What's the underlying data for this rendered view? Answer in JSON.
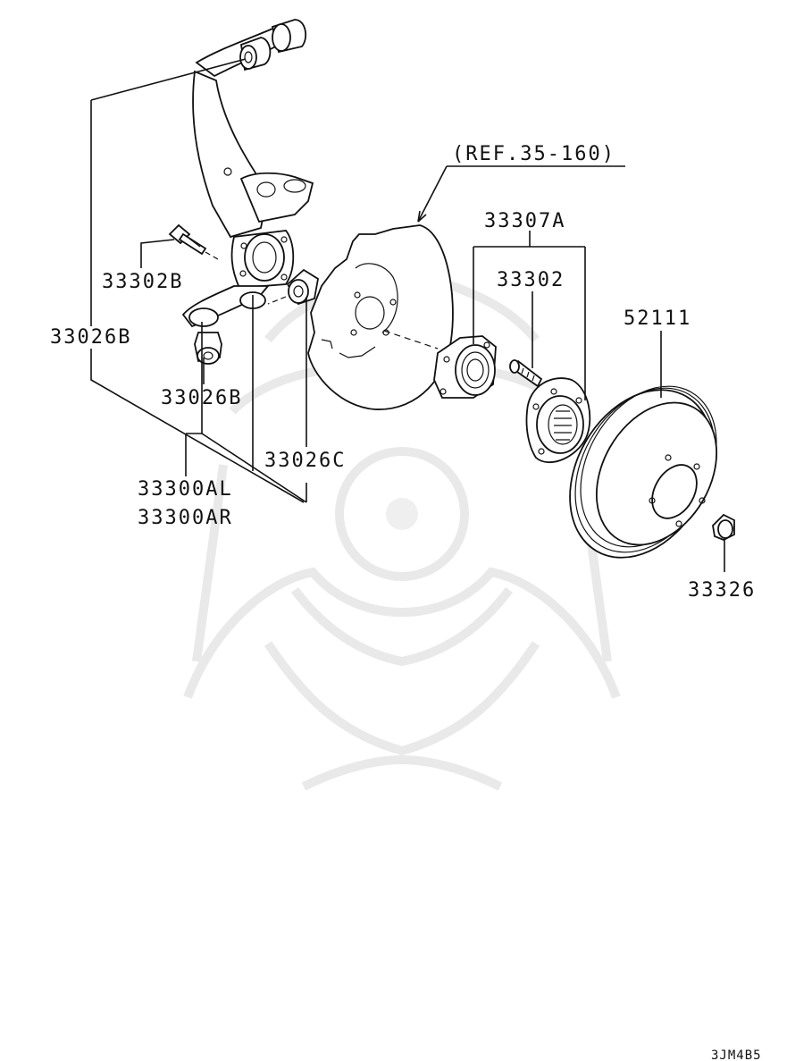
{
  "diagram": {
    "labels": {
      "ref": "(REF.35-160)",
      "p33307a": "33307A",
      "p33302": "33302",
      "p52111": "52111",
      "p33302b": "33302B",
      "p33026b_left": "33026B",
      "p33026b": "33026B",
      "p33026c": "33026C",
      "p33300al": "33300AL",
      "p33300ar": "33300AR",
      "p33326": "33326"
    },
    "code": "3JM4B5"
  },
  "colors": {
    "line": "#111111",
    "watermark": "#e9e9e9",
    "background": "#ffffff"
  }
}
